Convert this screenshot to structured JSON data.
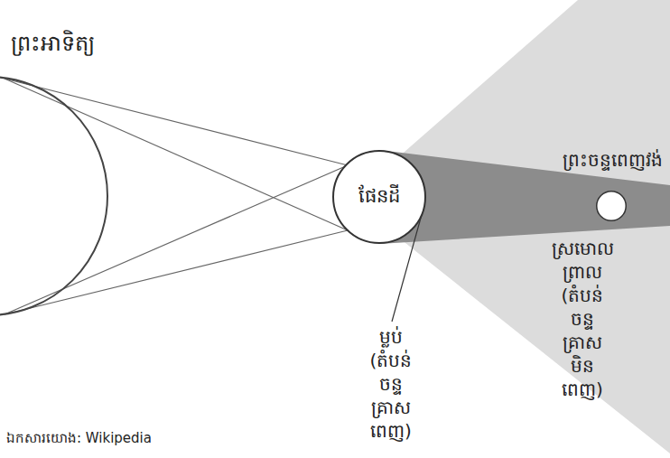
{
  "diagram": {
    "nodes": [
      {
        "text": [
          "ព្រះអាទិត្យ"
        ]
      },
      {
        "text": [
          "ផែនដី"
        ]
      },
      {
        "text": [
          "ព្រះចន្ទពេញវង់"
        ]
      }
    ],
    "labels": [
      "ម្លប់ (តំបន់ចន្ទគ្រាសពេញ)",
      "ស្រមោលព្រាល (តំបន់ចន្ទគ្រាស មិនពេញ)",
      "ឯកសារយោង: Wikipedia"
    ]
  }
}
